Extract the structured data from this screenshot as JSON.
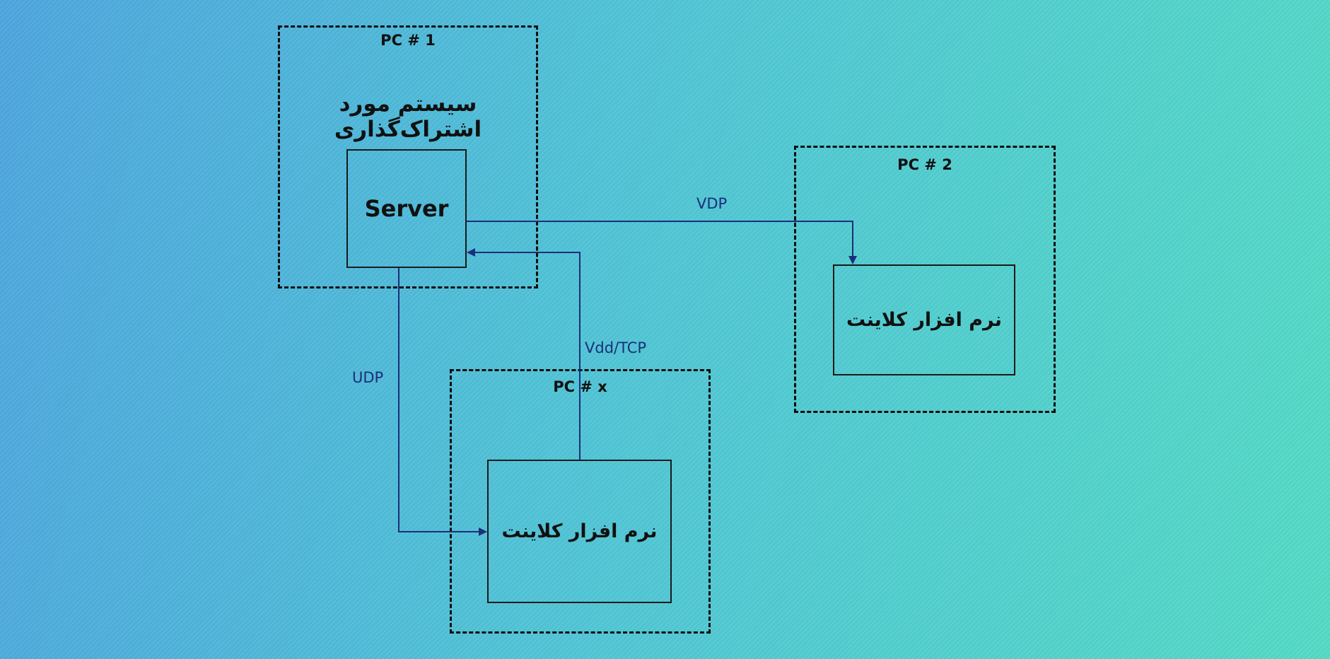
{
  "diagram": {
    "pc1": {
      "title": "PC # 1",
      "subtitle": "سیستم مورد اشتراک‌گذاری",
      "server_label": "Server"
    },
    "pc2": {
      "title": "PC # 2",
      "client_label": "نرم افزار کلاینت"
    },
    "pcx": {
      "title": "PC # x",
      "client_label": "نرم افزار کلاینت"
    },
    "edges": {
      "server_to_pc2": "VDP",
      "server_to_pcx": "UDP",
      "pcx_to_server": "Vdd/TCP"
    },
    "colors": {
      "background_start": "#4fa7e0",
      "background_end": "#55dcc7",
      "arrow": "#1b2f7a",
      "frame": "#0d0d0d"
    }
  }
}
